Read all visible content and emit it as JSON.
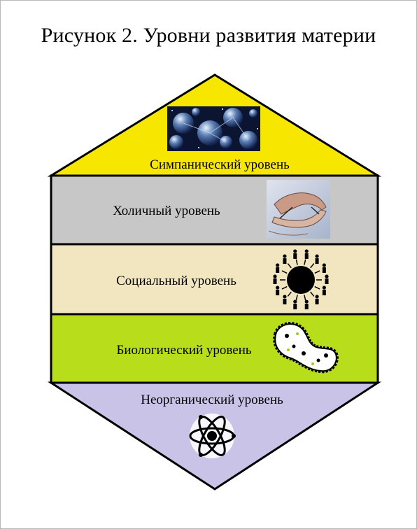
{
  "title": "Рисунок 2. Уровни развития материи",
  "levels": [
    {
      "label": "Симпанический уровень",
      "color": "#f7e600",
      "icon": "bubbles-cosmos-icon"
    },
    {
      "label": "Холичный уровень",
      "color": "#c7c7c7",
      "icon": "hand-drawing-hand-icon"
    },
    {
      "label": "Социальный уровень",
      "color": "#f2e6c1",
      "icon": "people-around-circle-icon"
    },
    {
      "label": "Биологический уровень",
      "color": "#b8dd1b",
      "icon": "bacterium-icon"
    },
    {
      "label": "Неорганический уровень",
      "color": "#c9c4e7",
      "icon": "atom-icon"
    }
  ]
}
